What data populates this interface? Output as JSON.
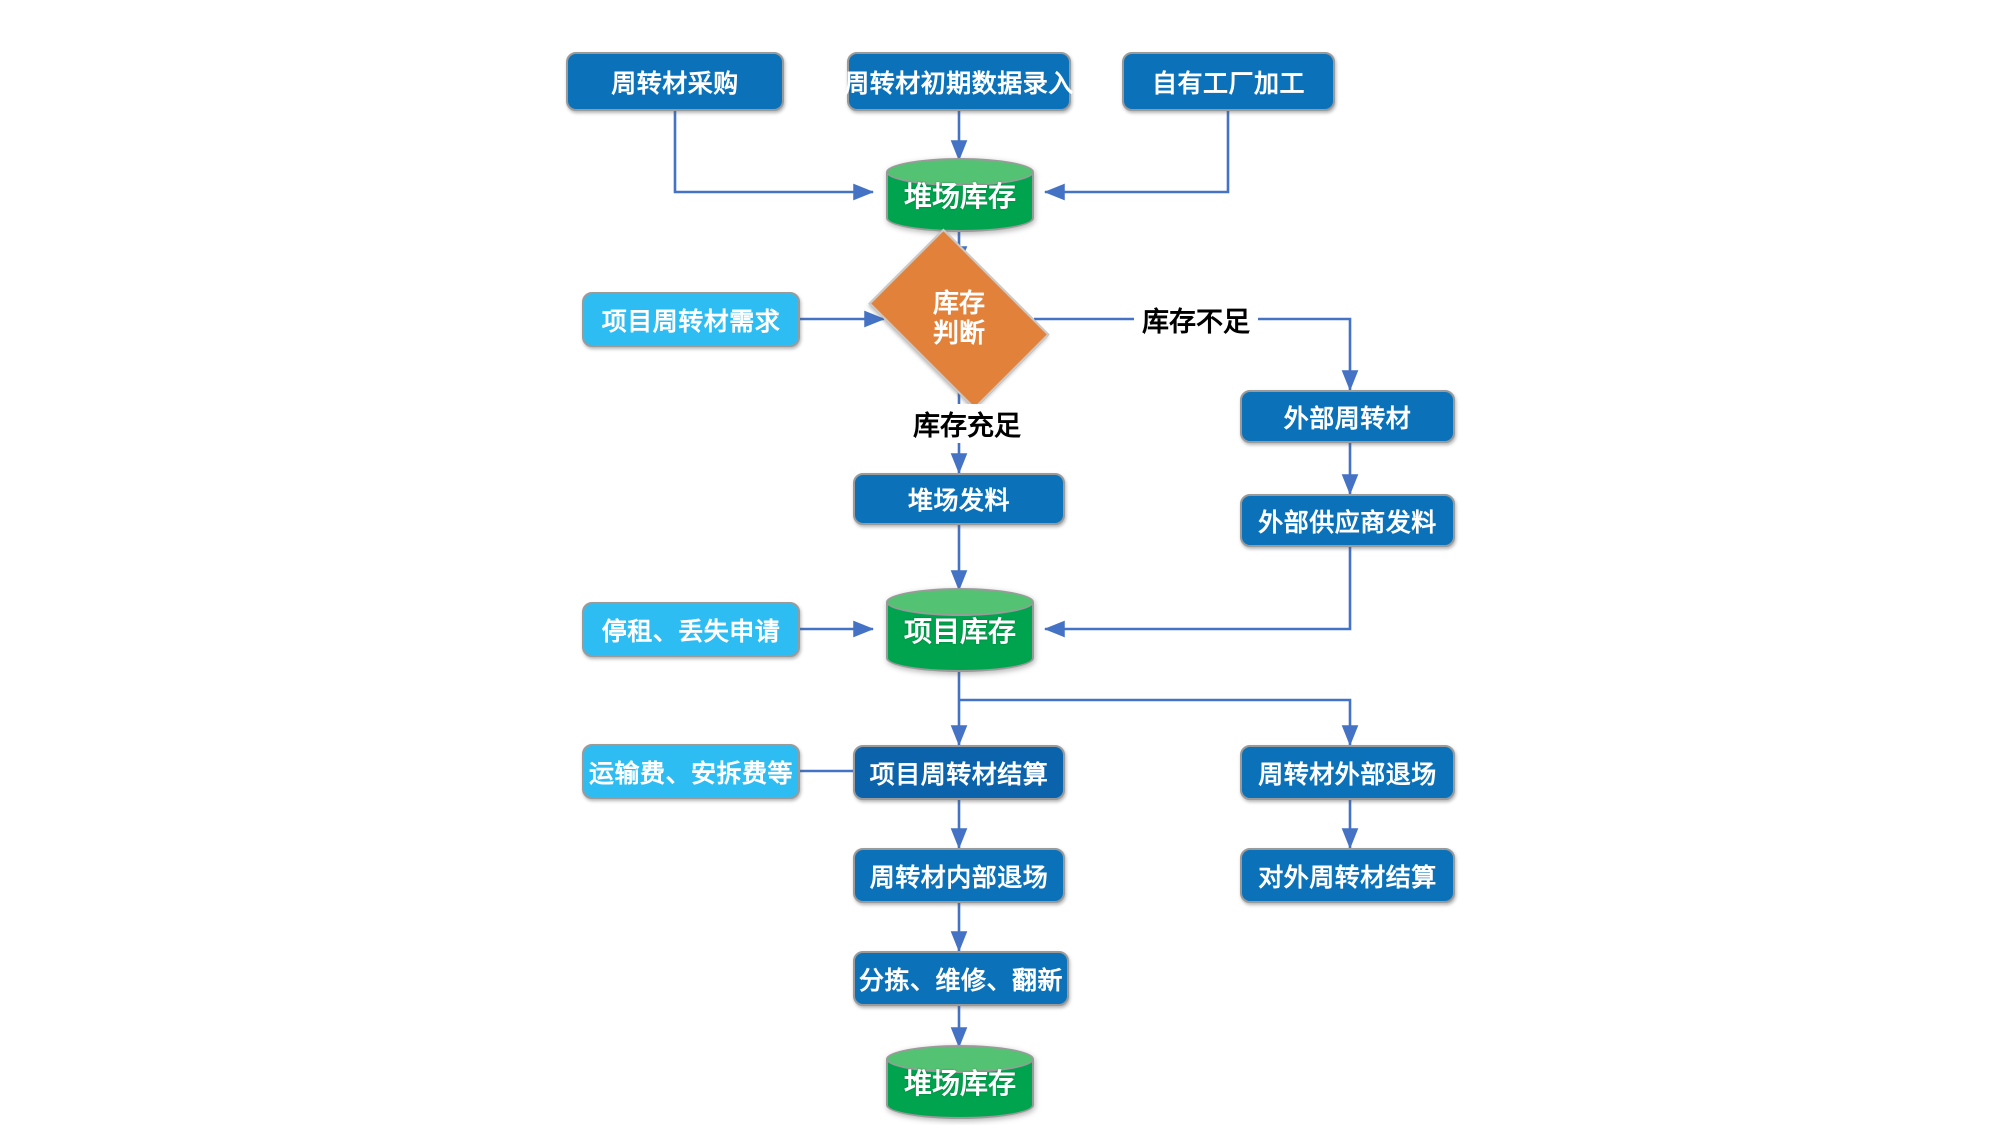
{
  "diagram": {
    "type": "flowchart",
    "title": "",
    "colors": {
      "box_blue": "#0b72b9",
      "box_blue_dark": "#0b63ab",
      "box_light_blue": "#2ebdf2",
      "cylinder_body_green": "#00a44e",
      "cylinder_top_green": "#54c273",
      "decision_orange": "#e1813a",
      "connector_blue": "#4472c4",
      "background": "#ffffff"
    },
    "nodes": {
      "purchase": "周转材采购",
      "initial_data_entry": "周转材初期数据录入",
      "own_factory": "自有工厂加工",
      "yard_inventory_top": "堆场库存",
      "project_demand": "项目周转材需求",
      "decision_line1": "库存",
      "decision_line2": "判断",
      "external_material": "外部周转材",
      "external_supplier_issue": "外部供应商发料",
      "yard_issue": "堆场发料",
      "stop_rent_loss": "停租、丢失申请",
      "project_inventory": "项目库存",
      "transport_fee": "运输费、安拆费等",
      "project_settlement": "项目周转材结算",
      "external_exit": "周转材外部退场",
      "internal_exit": "周转材内部退场",
      "external_settlement": "对外周转材结算",
      "sort_repair_refurb": "分拣、维修、翻新",
      "yard_inventory_bottom": "堆场库存"
    },
    "edge_labels": {
      "insufficient": "库存不足",
      "sufficient": "库存充足"
    }
  }
}
